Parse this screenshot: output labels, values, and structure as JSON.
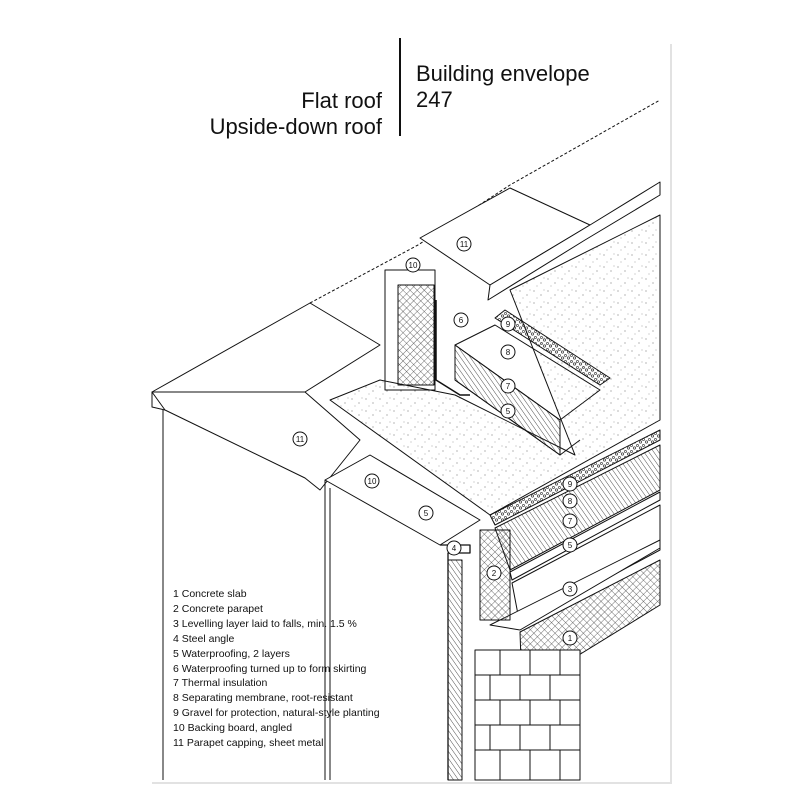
{
  "header": {
    "title_lines": [
      "Flat roof",
      "Upside-down roof"
    ],
    "section_lines": [
      "Building envelope",
      "247"
    ]
  },
  "legend": [
    "1 Concrete slab",
    "2 Concrete parapet",
    "3 Levelling layer laid to falls, min. 1.5 %",
    "4 Steel angle",
    "5 Waterproofing, 2 layers",
    "6 Waterproofing turned up to form skirting",
    "7 Thermal insulation",
    "8 Separating membrane, root-resistant",
    "9 Gravel for protection, natural-style planting",
    "10 Backing board, angled",
    "11 Parapet capping, sheet metal"
  ],
  "callouts": [
    {
      "id": "callout-11-top",
      "label": "11"
    },
    {
      "id": "callout-10-top",
      "label": "10"
    },
    {
      "id": "callout-6",
      "label": "6"
    },
    {
      "id": "callout-9-top",
      "label": "9"
    },
    {
      "id": "callout-8-top",
      "label": "8"
    },
    {
      "id": "callout-7-top",
      "label": "7"
    },
    {
      "id": "callout-5-top",
      "label": "5"
    },
    {
      "id": "callout-11-front",
      "label": "11"
    },
    {
      "id": "callout-10-front",
      "label": "10"
    },
    {
      "id": "callout-5-front",
      "label": "5"
    },
    {
      "id": "callout-4",
      "label": "4"
    },
    {
      "id": "callout-2",
      "label": "2"
    },
    {
      "id": "callout-9-front",
      "label": "9"
    },
    {
      "id": "callout-8-front",
      "label": "8"
    },
    {
      "id": "callout-7-front",
      "label": "7"
    },
    {
      "id": "callout-5-side",
      "label": "5"
    },
    {
      "id": "callout-3",
      "label": "3"
    },
    {
      "id": "callout-1",
      "label": "1"
    }
  ],
  "colors": {
    "ink": "#111111",
    "hatch": "#333333",
    "paper": "#ffffff"
  }
}
